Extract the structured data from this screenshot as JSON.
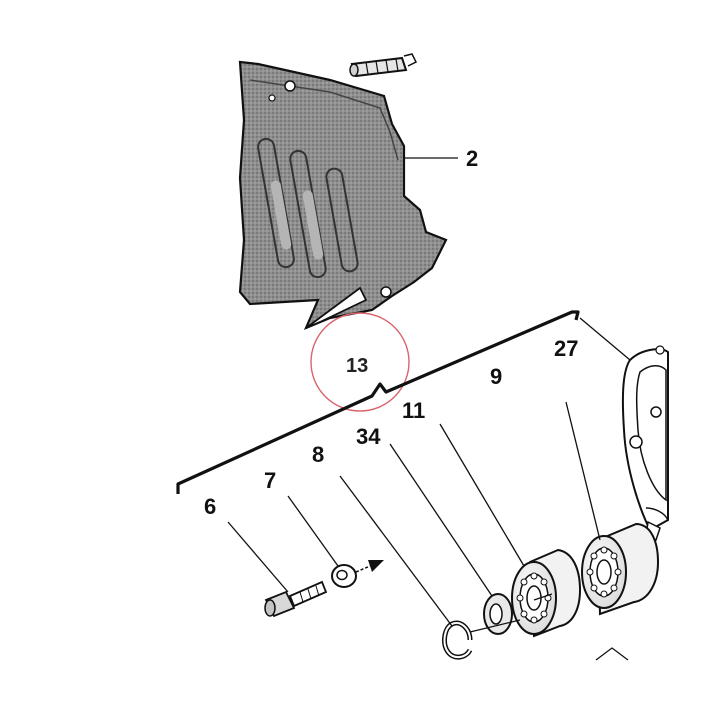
{
  "diagram": {
    "callouts": {
      "cover": "2",
      "group": "13",
      "bolt": "6",
      "washer": "7",
      "circlip": "8",
      "spacer": "34",
      "bearing_front": "11",
      "bearing_rear": "9",
      "housing": "27"
    },
    "colors": {
      "ink": "#111111",
      "cover_fill": "#8a8a8a",
      "highlight_circle": "#d9646a",
      "background": "#ffffff"
    }
  }
}
